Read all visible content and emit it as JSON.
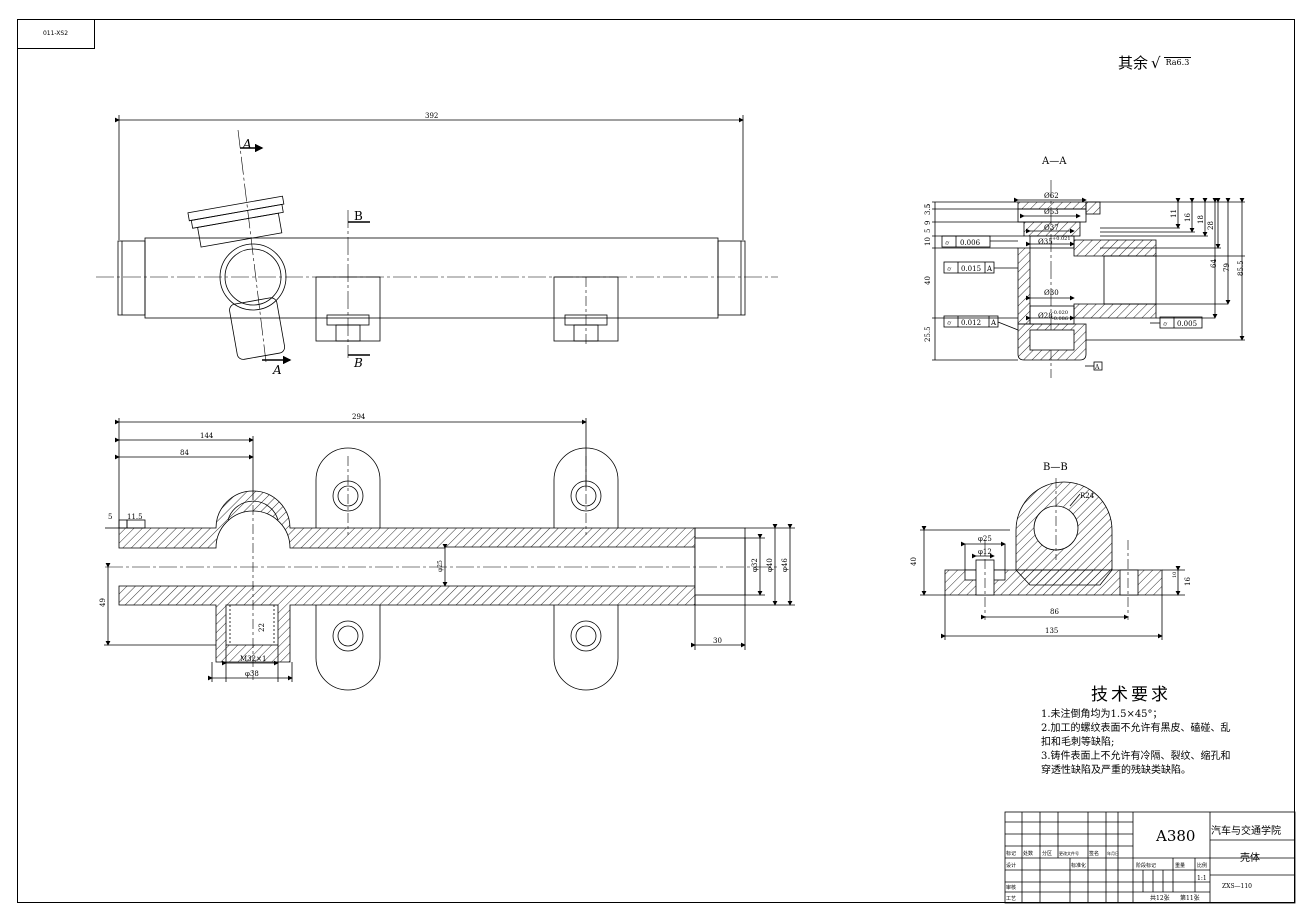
{
  "drawing": {
    "code": "011-XS2",
    "roughness_label": "其余",
    "roughness_value": "Ra6.3"
  },
  "section_labels": {
    "a_top": "A",
    "a_bottom": "A",
    "b_top": "B",
    "b_bottom": "B",
    "view_aa": "A—A",
    "view_bb": "B—B"
  },
  "dims_top": {
    "length": "392"
  },
  "dims_main": {
    "d294": "294",
    "d144": "144",
    "d84": "84",
    "d5": "5",
    "d11_5": "11.5",
    "d49": "49",
    "d32": "φ32",
    "d40": "φ40",
    "d46": "φ46",
    "d30": "30",
    "d22": "22",
    "m32": "M32×1",
    "d38": "φ38",
    "bore": "φ25"
  },
  "dims_aa": {
    "d62": "Ø62",
    "d53": "Ø53",
    "d37": "Ø37",
    "d35": "Ø35",
    "d35_tol": "+0.021",
    "d30": "Ø30",
    "d28": "Ø28",
    "d28_tol1": "-0.020",
    "d28_tol2": "-0.086",
    "v3_5": "3.5",
    "v5": "5",
    "v9": "9",
    "v5b": "5",
    "v10": "10",
    "v40": "40",
    "v25_5": "25.5",
    "r11": "11",
    "r16": "16",
    "r18": "18",
    "r28": "28",
    "r64": "64",
    "r79": "79",
    "r85_5": "85.5",
    "tol1": "0.006",
    "tol2": "0.015",
    "tol2_ref": "A",
    "tol3": "0.012",
    "tol3_ref": "A",
    "tol4": "0.005",
    "datum": "A"
  },
  "dims_bb": {
    "r24": "R24",
    "d25": "φ25",
    "d12": "φ12",
    "h40": "40",
    "w86": "86",
    "w135": "135",
    "h16": "16",
    "h10": "10"
  },
  "tech_req": {
    "title": "技术要求",
    "items": [
      "1.未注倒角均为1.5×45°；",
      "2.加工的螺纹表面不允许有黑皮、磕碰、乱扣和毛刺等缺陷;",
      "3.铸件表面上不允许有冷隔、裂纹、缩孔和穿透性缺陷及严重的残缺类缺陷。"
    ]
  },
  "title_block": {
    "part_no": "A380",
    "school": "汽车与交通学院",
    "part_name": "壳体",
    "drawing_no": "ZXS—110",
    "scale": "1:1",
    "sheets_total": "共12张",
    "sheet_no": "第11张",
    "label_mark": "标记",
    "label_qty": "处数",
    "label_zone": "分区",
    "label_docno": "更改文件号",
    "label_sign": "签名",
    "label_date": "年月日",
    "label_design": "设计",
    "label_std": "标准化",
    "label_review": "审核",
    "label_process": "工艺",
    "label_stage": "阶段标记",
    "label_weight": "重量",
    "label_ratio": "比例"
  }
}
